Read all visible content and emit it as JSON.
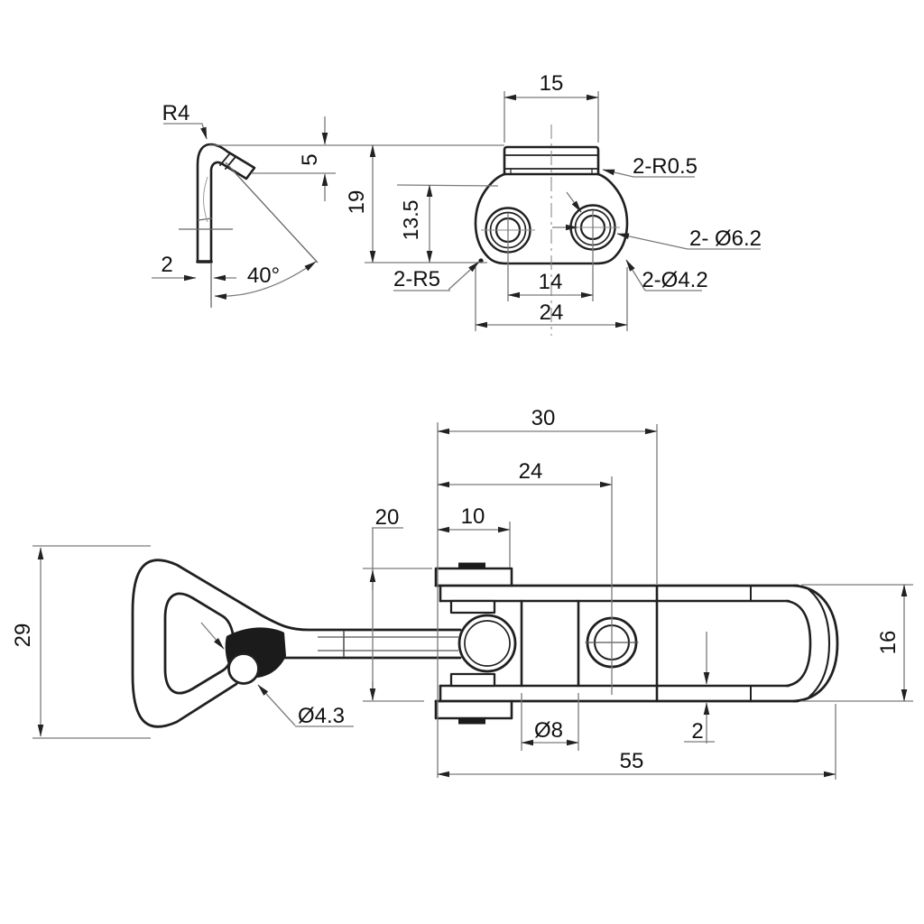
{
  "drawing": {
    "colors": {
      "background": "#ffffff",
      "object_line": "#202020",
      "dimension_line": "#7a7a7a",
      "text": "#111111"
    },
    "views": {
      "hook_profile": {
        "bend_radius": "R4",
        "hook_height": "5",
        "thickness": "2",
        "bend_angle": "40°"
      },
      "catch_plate": {
        "slot_width": "15",
        "overall_height": "19",
        "body_height": "13.5",
        "lip_radius": "2-R0.5",
        "counterbore_holes": "2- Ø6.2",
        "through_holes": "2-Ø4.2",
        "corner_radius": "2-R5",
        "hole_pitch": "14",
        "overall_width": "24"
      },
      "latch_assembly": {
        "bracket_to_body_end": "30",
        "bracket_to_hole_center": "24",
        "mount_plate_width": "10",
        "channel_height": "20",
        "handle_height": "29",
        "handle_wire_diameter": "Ø4.3",
        "pivot_barrel_diameter": "Ø8",
        "loop_wire_thickness": "2",
        "overall_length": "55",
        "loop_height": "16"
      }
    }
  }
}
